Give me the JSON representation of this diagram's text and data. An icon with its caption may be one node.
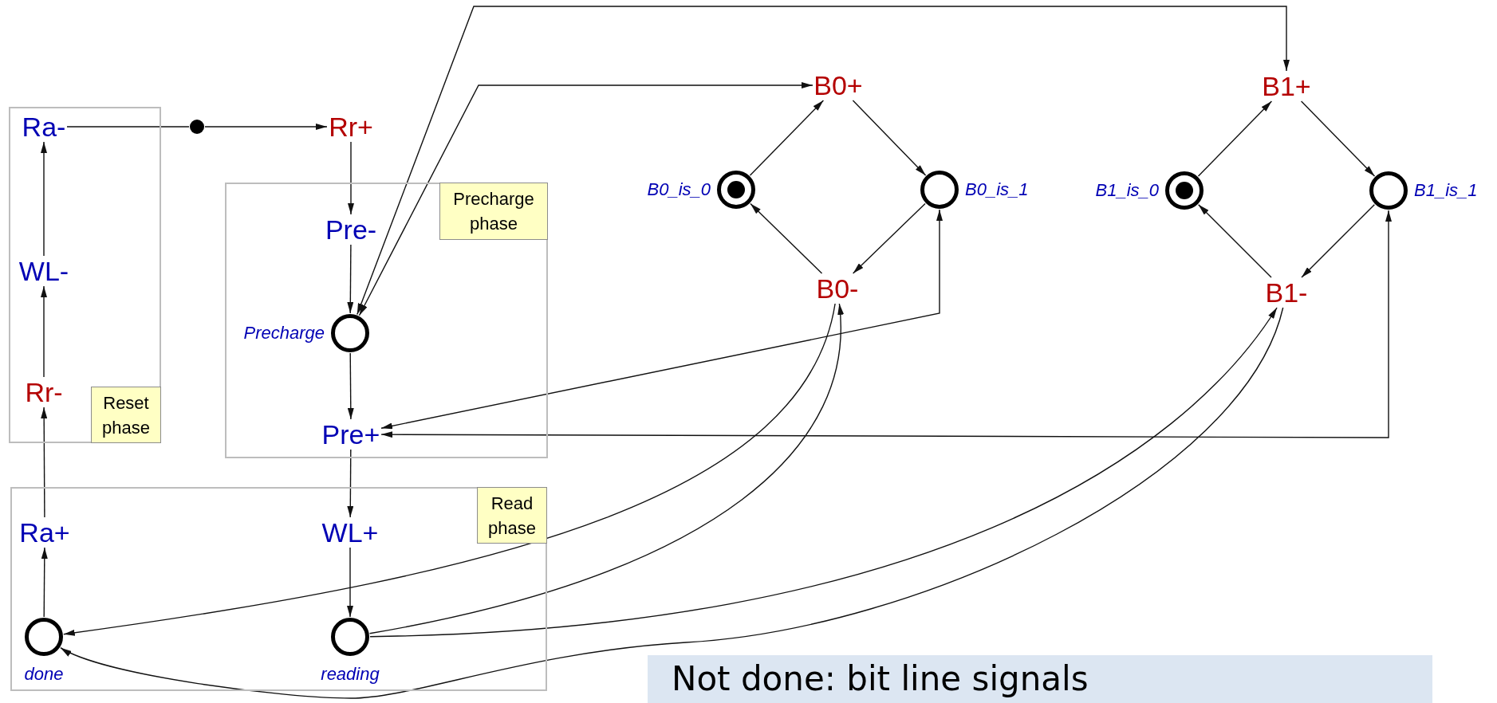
{
  "diagram": {
    "nodes": [
      {
        "text": [
          "Reset phase"
        ]
      },
      {
        "text": [
          "Ra-"
        ],
        "in": 0
      },
      {
        "text": [
          "WL-"
        ],
        "in": 0
      },
      {
        "text": [
          "Rr-"
        ],
        "in": 0
      },
      {
        "text": [],
        "shape": "circle"
      },
      {
        "text": [
          "Rr+"
        ]
      },
      {
        "text": [
          "Precharge phase"
        ]
      },
      {
        "text": [
          "Pre-"
        ],
        "in": 6
      },
      {
        "text": [],
        "shape": "circle",
        "beside": [
          "Precharge"
        ],
        "in": 6
      },
      {
        "text": [
          "Pre+"
        ],
        "in": 6
      },
      {
        "text": [
          "Read phase"
        ]
      },
      {
        "text": [
          "Ra+"
        ],
        "in": 10
      },
      {
        "text": [
          "WL+"
        ],
        "in": 10
      },
      {
        "text": [],
        "shape": "circle",
        "beside": [
          "done"
        ],
        "in": 10
      },
      {
        "text": [],
        "shape": "circle",
        "beside": [
          "reading"
        ],
        "in": 10
      },
      {
        "text": [
          "B0+"
        ]
      },
      {
        "text": [],
        "shape": "circle",
        "beside": [
          "B0_is_0"
        ]
      },
      {
        "text": [],
        "shape": "circle",
        "beside": [
          "B0_is_1"
        ]
      },
      {
        "text": [
          "B0-"
        ]
      },
      {
        "text": [
          "B1+"
        ]
      },
      {
        "text": [],
        "shape": "circle",
        "beside": [
          "B1_is_0"
        ]
      },
      {
        "text": [],
        "shape": "circle",
        "beside": [
          "B1_is_1"
        ]
      },
      {
        "text": [
          "B1-"
        ]
      }
    ],
    "edges": [
      {
        "from": 11,
        "to": 3,
        "arrow": "to"
      },
      {
        "from": 3,
        "to": 2,
        "arrow": "to"
      },
      {
        "from": 2,
        "to": 1,
        "arrow": "to"
      },
      {
        "from": 1,
        "to": 4,
        "arrow": "none"
      },
      {
        "from": 4,
        "to": 5,
        "arrow": "to"
      },
      {
        "from": 5,
        "to": 7,
        "arrow": "to"
      },
      {
        "from": 7,
        "to": 8,
        "arrow": "to"
      },
      {
        "from": 8,
        "to": 9,
        "arrow": "to"
      },
      {
        "from": 9,
        "to": 12,
        "arrow": "to"
      },
      {
        "from": 12,
        "to": 14,
        "arrow": "to"
      },
      {
        "from": 13,
        "to": 11,
        "arrow": "to"
      },
      {
        "from": 16,
        "to": 15,
        "arrow": "to"
      },
      {
        "from": 15,
        "to": 17,
        "arrow": "to"
      },
      {
        "from": 17,
        "to": 18,
        "arrow": "to"
      },
      {
        "from": 18,
        "to": 16,
        "arrow": "to"
      },
      {
        "from": 20,
        "to": 19,
        "arrow": "to"
      },
      {
        "from": 19,
        "to": 21,
        "arrow": "to"
      },
      {
        "from": 21,
        "to": 22,
        "arrow": "to"
      },
      {
        "from": 22,
        "to": 20,
        "arrow": "to"
      },
      {
        "from": 8,
        "to": 19,
        "arrow": "both"
      },
      {
        "from": 8,
        "to": 15,
        "arrow": "both"
      },
      {
        "from": 17,
        "to": 9,
        "arrow": "both"
      },
      {
        "from": 21,
        "to": 9,
        "arrow": "both"
      },
      {
        "from": 14,
        "to": 18,
        "arrow": "to"
      },
      {
        "from": 18,
        "to": 13,
        "arrow": "to"
      },
      {
        "from": 14,
        "to": 22,
        "arrow": "to"
      },
      {
        "from": 22,
        "to": 13,
        "arrow": "to"
      }
    ],
    "labels": [
      "Not done: bit line signals"
    ]
  }
}
